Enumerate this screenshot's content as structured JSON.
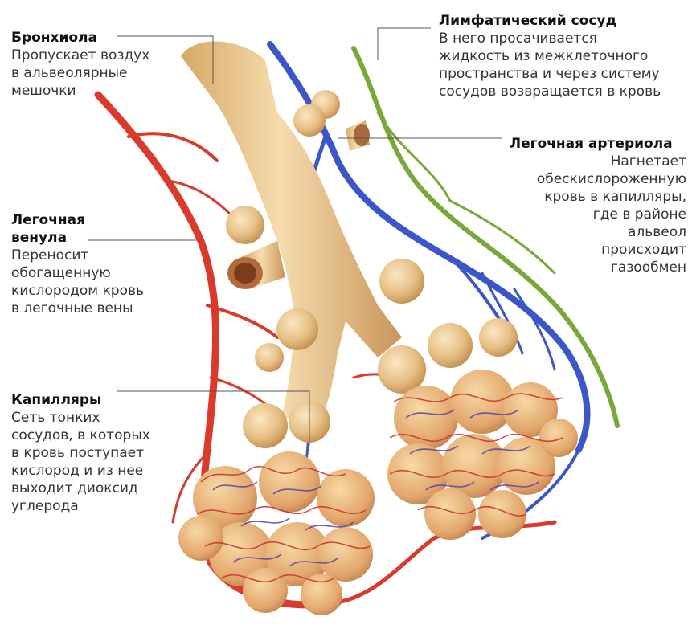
{
  "labels": {
    "bronchiole": {
      "title": "Бронхиола",
      "text": "Пропускает воздух\nв альвеолярные\nмешочки"
    },
    "venule": {
      "title": "Легочная\nвенула",
      "text": "Переносит\nобогащенную\nкислородом кровь\nв легочные вены"
    },
    "capillaries": {
      "title": "Капилляры",
      "text": "Сеть тонких\nсосудов, в которых\nв кровь поступает\nкислород и из нее\nвыходит диоксид\nуглерода"
    },
    "lymph": {
      "title": "Лимфатический сосуд",
      "text": "В него просачивается\nжидкость из межклеточного\nпространства и через систему\nсосудов возвращается в кровь"
    },
    "arteriole": {
      "title": "Легочная артериола",
      "text": "Нагнетает\nобескислороженную\nкровь в капилляры,\nгде в районе\nальвеол\nпроисходит\nгазообмен"
    }
  },
  "colors": {
    "bronchus": "#e8c48a",
    "bronchus_shadow": "#c9985a",
    "vein": "#d93a2b",
    "artery": "#3a56c8",
    "lymph": "#79a83a",
    "leader_line": "#555555"
  }
}
